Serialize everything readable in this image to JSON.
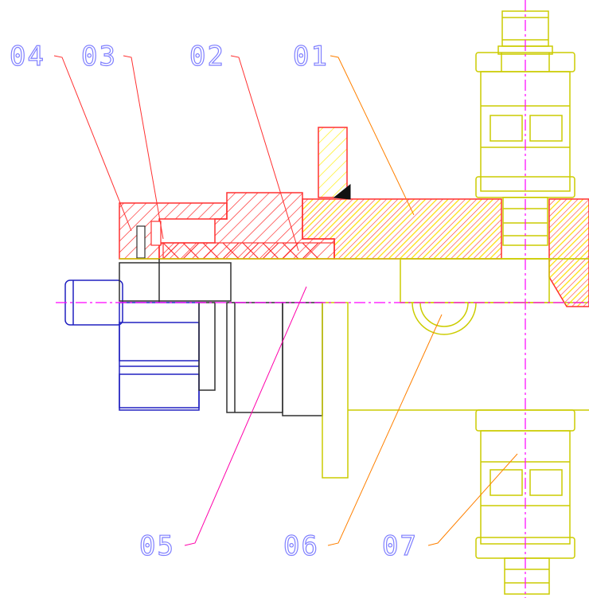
{
  "drawing": {
    "callouts": [
      {
        "id": "04",
        "label": "04",
        "color": "#8080ff"
      },
      {
        "id": "03",
        "label": "03",
        "color": "#8080ff"
      },
      {
        "id": "02",
        "label": "02",
        "color": "#8080ff"
      },
      {
        "id": "01",
        "label": "01",
        "color": "#8080ff"
      },
      {
        "id": "05",
        "label": "05",
        "color": "#8080ff"
      },
      {
        "id": "06",
        "label": "06",
        "color": "#8080ff"
      },
      {
        "id": "07",
        "label": "07",
        "color": "#8080ff"
      }
    ],
    "colors": {
      "hatch_red": "#ff2020",
      "hatch_yellow": "#ffee00",
      "outline_yellow": "#cccc00",
      "outline_blue": "#2020c0",
      "outline_black": "#303030",
      "centerline": "#ff00ff",
      "leader_red": "#ff3030",
      "leader_orange": "#ff8000",
      "leader_magenta": "#ff00aa",
      "label_blue": "#8080ff"
    }
  }
}
